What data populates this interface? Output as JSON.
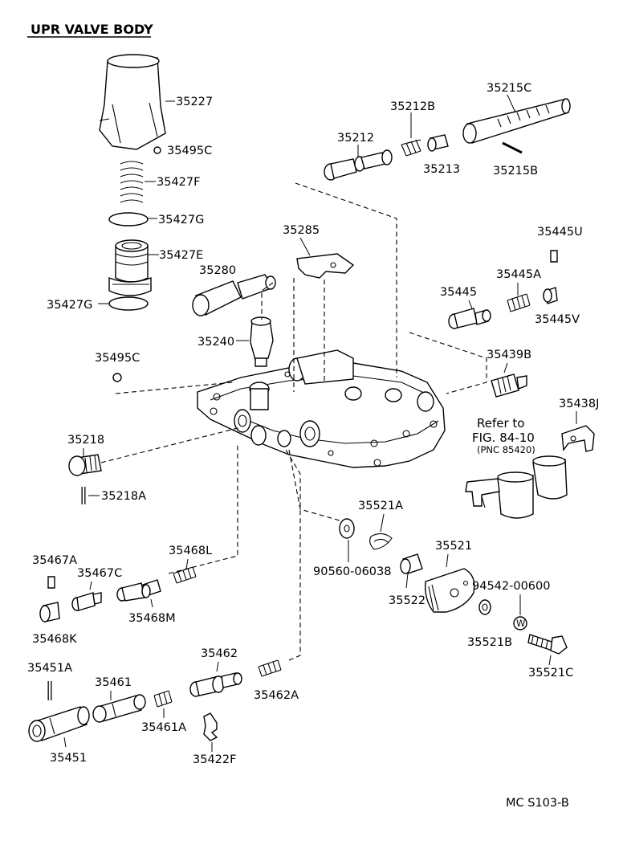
{
  "title": "UPR  VALVE  BODY",
  "footer": "MC  S103-B",
  "refer_note": {
    "line1": "Refer  to",
    "line2": "FIG. 84-10",
    "line3": "(PNC    85420)"
  },
  "labels": {
    "p35227": "35227",
    "p35495C_top": "35495C",
    "p35427F": "35427F",
    "p35427G_top": "35427G",
    "p35427E": "35427E",
    "p35427G_bot": "35427G",
    "p35495C_mid": "35495C",
    "p35218": "35218",
    "p35218A": "35218A",
    "p35280": "35280",
    "p35285": "35285",
    "p35240": "35240",
    "p35212": "35212",
    "p35212B": "35212B",
    "p35213": "35213",
    "p35215C": "35215C",
    "p35215B": "35215B",
    "p35445U": "35445U",
    "p35445A": "35445A",
    "p35445": "35445",
    "p35445V": "35445V",
    "p35439B": "35439B",
    "p35438J": "35438J",
    "p35521A": "35521A",
    "p90560": "90560-06038",
    "p35521": "35521",
    "p35522": "35522",
    "p94542": "94542-00600",
    "p35521B": "35521B",
    "p35521C": "35521C",
    "p35468L": "35468L",
    "p35467A": "35467A",
    "p35467C": "35467C",
    "p35468M": "35468M",
    "p35468K": "35468K",
    "p35462": "35462",
    "p35462A": "35462A",
    "p35451A": "35451A",
    "p35461": "35461",
    "p35461A": "35461A",
    "p35451": "35451",
    "p35422F": "35422F",
    "washer_mark": "W"
  }
}
